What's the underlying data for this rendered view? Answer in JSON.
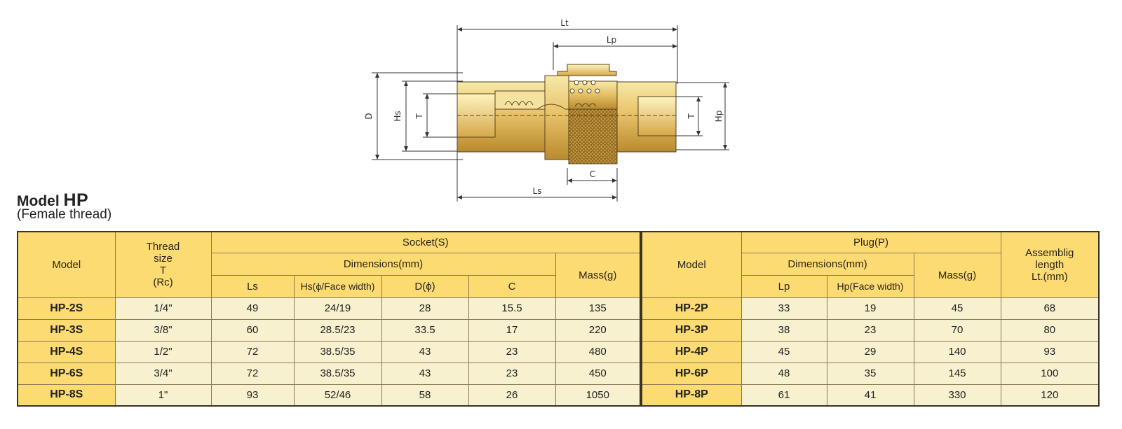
{
  "diagram": {
    "labels": {
      "lt": "Lt",
      "lp": "Lp",
      "d": "D",
      "hs": "Hs",
      "t_left": "T",
      "t_right": "T",
      "hp": "Hp",
      "c": "C",
      "ls": "Ls"
    }
  },
  "title": {
    "prefix": "Model ",
    "model": "HP",
    "subtitle": "(Female thread)"
  },
  "socket_table": {
    "headers": {
      "model": "Model",
      "thread_line1": "Thread",
      "thread_line2": "size",
      "thread_line3": "T",
      "thread_line4": "(Rc)",
      "socket": "Socket(S)",
      "dimensions": "Dimensions(mm)",
      "mass": "Mass(g)",
      "ls": "Ls",
      "hs": "Hs(ϕ/Face width)",
      "d": "D(ϕ)",
      "c": "C"
    },
    "rows": [
      {
        "model": "HP-2S",
        "thread": "1/4\"",
        "ls": "49",
        "hs": "24/19",
        "d": "28",
        "c": "15.5",
        "mass": "135"
      },
      {
        "model": "HP-3S",
        "thread": "3/8\"",
        "ls": "60",
        "hs": "28.5/23",
        "d": "33.5",
        "c": "17",
        "mass": "220"
      },
      {
        "model": "HP-4S",
        "thread": "1/2\"",
        "ls": "72",
        "hs": "38.5/35",
        "d": "43",
        "c": "23",
        "mass": "480"
      },
      {
        "model": "HP-6S",
        "thread": "3/4\"",
        "ls": "72",
        "hs": "38.5/35",
        "d": "43",
        "c": "23",
        "mass": "450"
      },
      {
        "model": "HP-8S",
        "thread": "1\"",
        "ls": "93",
        "hs": "52/46",
        "d": "58",
        "c": "26",
        "mass": "1050"
      }
    ]
  },
  "plug_table": {
    "headers": {
      "model": "Model",
      "plug": "Plug(P)",
      "dimensions": "Dimensions(mm)",
      "mass": "Mass(g)",
      "lp": "Lp",
      "hp": "Hp(Face width)",
      "assembly_line1": "Assemblig",
      "assembly_line2": "length",
      "assembly_line3": "Lt.(mm)"
    },
    "rows": [
      {
        "model": "HP-2P",
        "lp": "33",
        "hp": "19",
        "mass": "45",
        "lt": "68"
      },
      {
        "model": "HP-3P",
        "lp": "38",
        "hp": "23",
        "mass": "70",
        "lt": "80"
      },
      {
        "model": "HP-4P",
        "lp": "45",
        "hp": "29",
        "mass": "140",
        "lt": "93"
      },
      {
        "model": "HP-6P",
        "lp": "48",
        "hp": "35",
        "mass": "145",
        "lt": "100"
      },
      {
        "model": "HP-8P",
        "lp": "61",
        "hp": "41",
        "mass": "330",
        "lt": "120"
      }
    ]
  }
}
